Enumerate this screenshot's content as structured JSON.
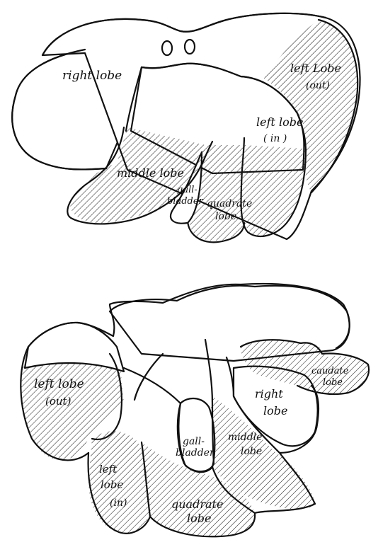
{
  "upper_view": {
    "labels": {
      "right_lobe": "right lobe",
      "left_lobe_out_1": "left Lobe",
      "left_lobe_out_2": "(out)",
      "left_lobe_in_1": "left lobe",
      "left_lobe_in_2": "( in )",
      "middle_lobe": "middle lobe",
      "gallbladder_1": "gall-",
      "gallbladder_2": "bladder",
      "quadrate_lobe_1": "quadrate",
      "quadrate_lobe_2": "lobe"
    }
  },
  "lower_view": {
    "labels": {
      "left_lobe_out_1": "left lobe",
      "left_lobe_out_2": "(out)",
      "caudate_lobe_1": "caudate",
      "caudate_lobe_2": "lobe",
      "right_lobe_1": "right",
      "right_lobe_2": "lobe",
      "gallbladder_1": "gall-",
      "gallbladder_2": "bladder",
      "middle_lobe_1": "middle",
      "middle_lobe_2": "lobe",
      "left_lobe_in_1": "left",
      "left_lobe_in_2": "lobe",
      "left_lobe_in_3": "(in)",
      "quadrate_lobe_1": "quadrate",
      "quadrate_lobe_2": "lobe"
    }
  }
}
